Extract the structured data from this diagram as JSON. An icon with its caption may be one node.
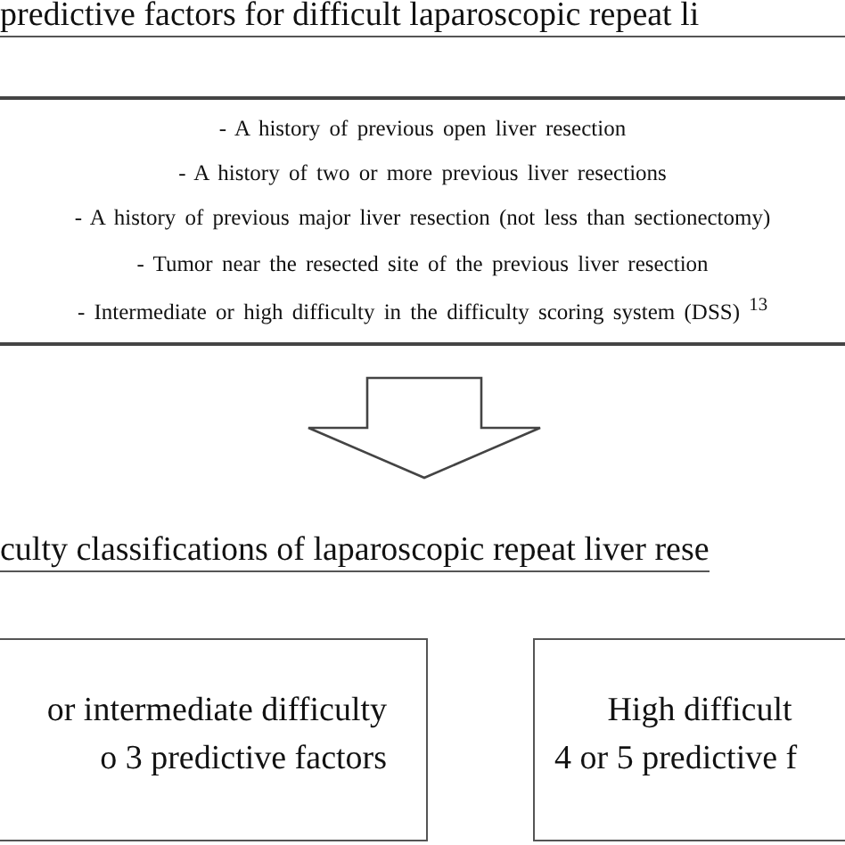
{
  "diagram": {
    "title": "predictive factors for difficult laparoscopic repeat li",
    "nodes": [
      {
        "text": [
          "- A history of previous open liver resection",
          "- A history of two or more previous liver resections",
          "- A history of previous major liver resection (not less than sectionectomy)",
          "- Tumor near the resected site of the previous liver resection",
          "- Intermediate or high difficulty in the difficulty scoring system (DSS) $^{13}$"
        ]
      },
      {
        "text": [
          "culty classifications of laparoscopic repeat liver rese"
        ]
      },
      {
        "text": [
          "or intermediate difficulty",
          "o 3 predictive factors"
        ]
      },
      {
        "text": [
          "High difficult",
          "4 or 5 predictive f"
        ]
      }
    ],
    "edges": [
      {
        "from": 0,
        "to": 1,
        "arrow": "to"
      }
    ]
  }
}
